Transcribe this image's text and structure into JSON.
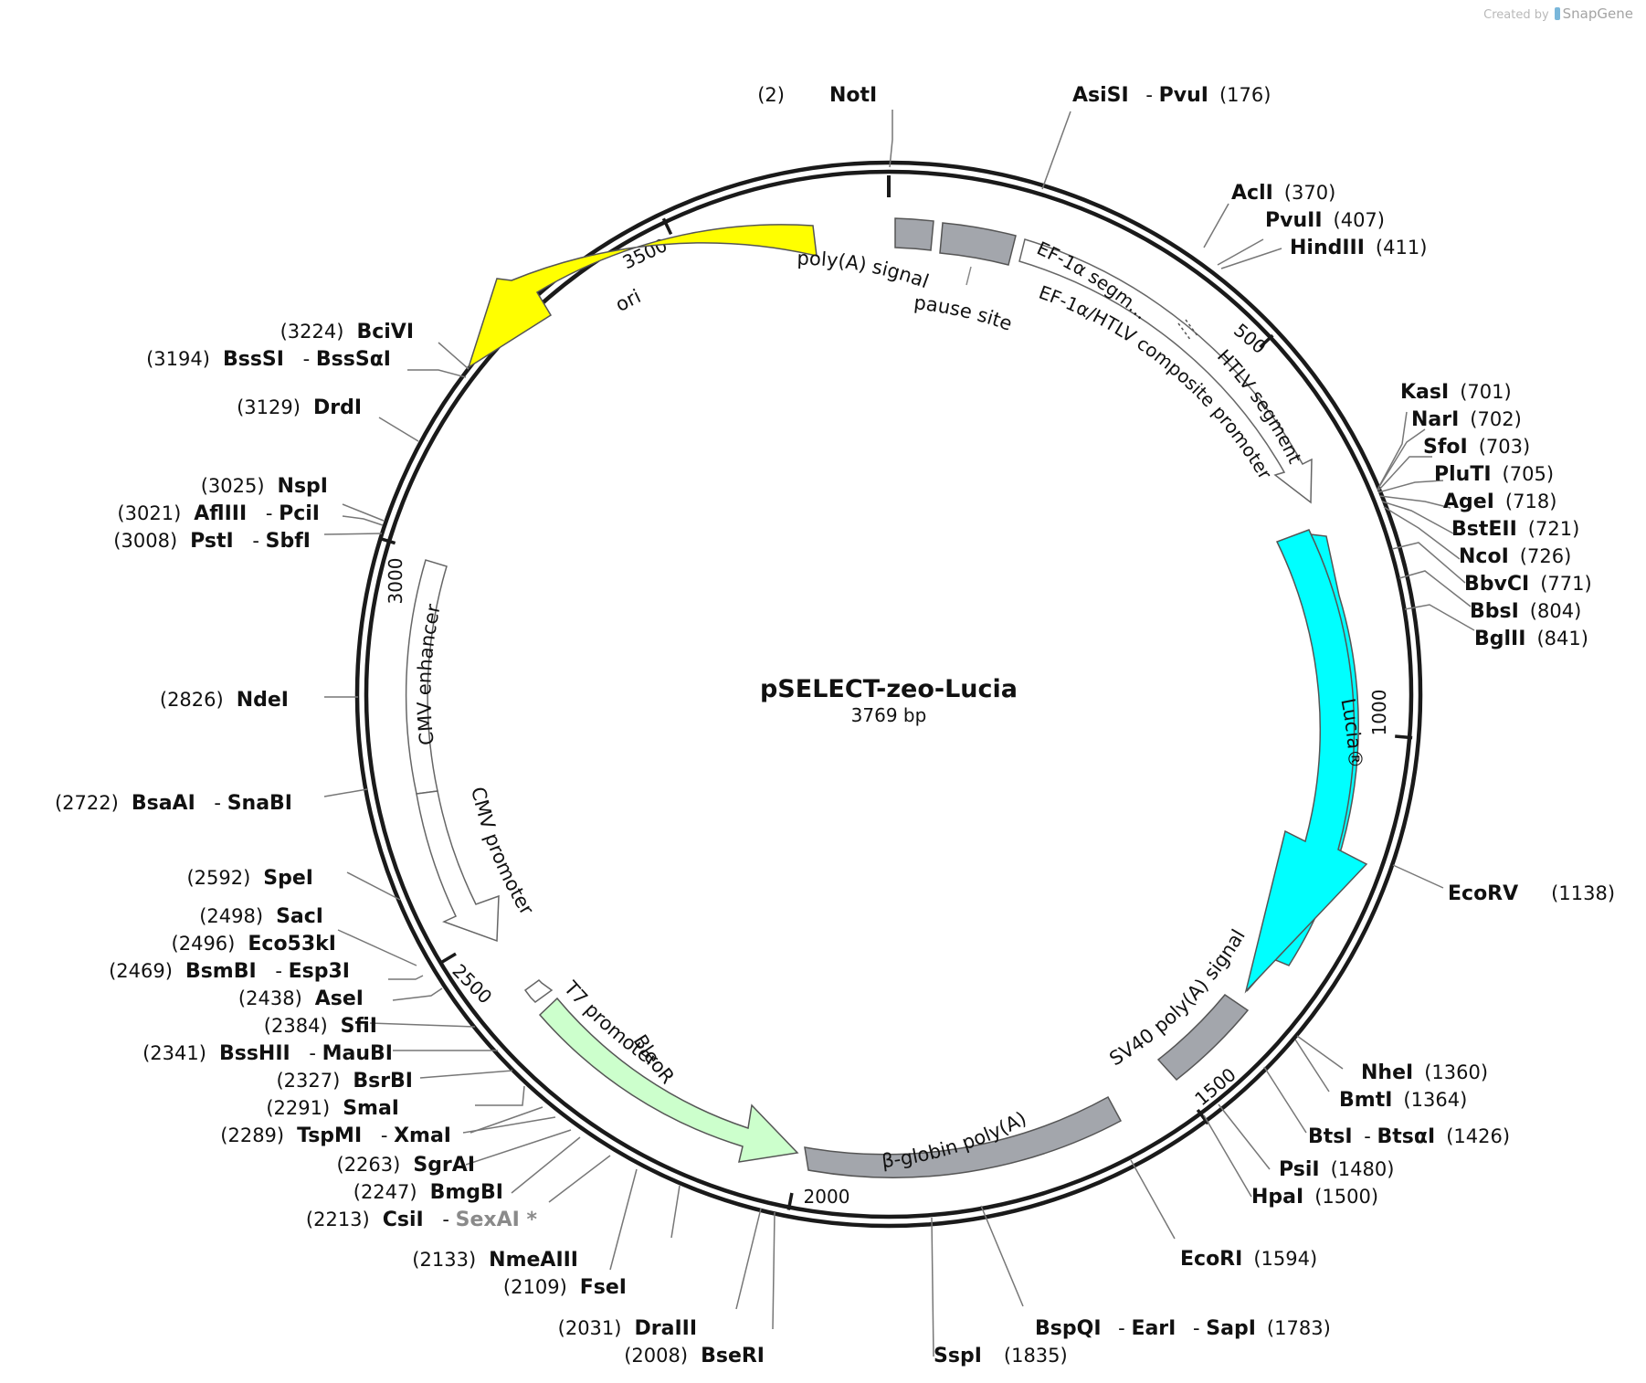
{
  "credit": {
    "prefix": "Created by",
    "brand": "SnapGene"
  },
  "plasmid": {
    "name": "pSELECT-zeo-Lucia",
    "length_label": "3769 bp",
    "length_bp": 3769
  },
  "ticks": [
    {
      "bp": 500,
      "label": "500"
    },
    {
      "bp": 1000,
      "label": "1000"
    },
    {
      "bp": 1500,
      "label": "1500"
    },
    {
      "bp": 2000,
      "label": "2000"
    },
    {
      "bp": 2500,
      "label": "2500"
    },
    {
      "bp": 3000,
      "label": "3000"
    },
    {
      "bp": 3500,
      "label": "3500"
    }
  ],
  "features": [
    {
      "name": "ori",
      "label": "ori",
      "color": "#ffff00",
      "kind": "arrow"
    },
    {
      "name": "lucia",
      "label": "Lucia®",
      "color": "#00ffff",
      "kind": "arrow"
    },
    {
      "name": "bleor",
      "label": "BleoR",
      "color": "#ccffcc",
      "kind": "arrow"
    },
    {
      "name": "ef1a-htlv-promoter",
      "label": "EF-1α/HTLV composite promoter",
      "color": "#ffffff",
      "kind": "arrow"
    },
    {
      "name": "ef1a-segment",
      "label": "EF-1α segm...",
      "color": "#ffffff",
      "kind": "segment"
    },
    {
      "name": "htlv-segment",
      "label": "HTLV segment",
      "color": "#ffffff",
      "kind": "segment"
    },
    {
      "name": "cmv-enhancer",
      "label": "CMV enhancer",
      "color": "#ffffff",
      "kind": "box"
    },
    {
      "name": "cmv-promoter",
      "label": "CMV promoter",
      "color": "#ffffff",
      "kind": "arrow"
    },
    {
      "name": "t7-promoter",
      "label": "T7 promoter",
      "color": "#ffffff",
      "kind": "arrow"
    },
    {
      "name": "polya-signal",
      "label": "poly(A) signal",
      "color": "#a3a6ac",
      "kind": "box"
    },
    {
      "name": "pause-site",
      "label": "pause site",
      "color": "#a3a6ac",
      "kind": "box"
    },
    {
      "name": "sv40-polya",
      "label": "SV40 poly(A) signal",
      "color": "#a3a6ac",
      "kind": "box"
    },
    {
      "name": "beta-globin-polya",
      "label": "β-globin poly(A)",
      "color": "#a3a6ac",
      "kind": "box"
    }
  ],
  "sites": [
    {
      "names": [
        "NotI"
      ],
      "pos": "2"
    },
    {
      "names": [
        "AsiSI",
        "PvuI"
      ],
      "pos": "176"
    },
    {
      "names": [
        "AclI"
      ],
      "pos": "370"
    },
    {
      "names": [
        "PvuII"
      ],
      "pos": "407"
    },
    {
      "names": [
        "HindIII"
      ],
      "pos": "411"
    },
    {
      "names": [
        "KasI"
      ],
      "pos": "701"
    },
    {
      "names": [
        "NarI"
      ],
      "pos": "702"
    },
    {
      "names": [
        "SfoI"
      ],
      "pos": "703"
    },
    {
      "names": [
        "PluTI"
      ],
      "pos": "705"
    },
    {
      "names": [
        "AgeI"
      ],
      "pos": "718"
    },
    {
      "names": [
        "BstEII"
      ],
      "pos": "721"
    },
    {
      "names": [
        "NcoI"
      ],
      "pos": "726"
    },
    {
      "names": [
        "BbvCI"
      ],
      "pos": "771"
    },
    {
      "names": [
        "BbsI"
      ],
      "pos": "804"
    },
    {
      "names": [
        "BglII"
      ],
      "pos": "841"
    },
    {
      "names": [
        "EcoRV"
      ],
      "pos": "1138"
    },
    {
      "names": [
        "NheI"
      ],
      "pos": "1360"
    },
    {
      "names": [
        "BmtI"
      ],
      "pos": "1364"
    },
    {
      "names": [
        "BtsI",
        "BtsαI"
      ],
      "pos": "1426"
    },
    {
      "names": [
        "PsiI"
      ],
      "pos": "1480"
    },
    {
      "names": [
        "HpaI"
      ],
      "pos": "1500"
    },
    {
      "names": [
        "EcoRI"
      ],
      "pos": "1594"
    },
    {
      "names": [
        "BspQI",
        "EarI",
        "SapI"
      ],
      "pos": "1783"
    },
    {
      "names": [
        "SspI"
      ],
      "pos": "1835"
    },
    {
      "names": [
        "BseRI"
      ],
      "pos": "2008"
    },
    {
      "names": [
        "DraIII"
      ],
      "pos": "2031"
    },
    {
      "names": [
        "FseI"
      ],
      "pos": "2109"
    },
    {
      "names": [
        "NmeAIII"
      ],
      "pos": "2133"
    },
    {
      "names": [
        "CsiI",
        "SexAI *"
      ],
      "pos": "2213",
      "grey": [
        false,
        true
      ]
    },
    {
      "names": [
        "BmgBI"
      ],
      "pos": "2247"
    },
    {
      "names": [
        "SgrAI"
      ],
      "pos": "2263"
    },
    {
      "names": [
        "TspMI",
        "XmaI"
      ],
      "pos": "2289"
    },
    {
      "names": [
        "SmaI"
      ],
      "pos": "2291"
    },
    {
      "names": [
        "BsrBI"
      ],
      "pos": "2327"
    },
    {
      "names": [
        "BssHII",
        "MauBI"
      ],
      "pos": "2341"
    },
    {
      "names": [
        "SfiI"
      ],
      "pos": "2384"
    },
    {
      "names": [
        "AseI"
      ],
      "pos": "2438"
    },
    {
      "names": [
        "BsmBI",
        "Esp3I"
      ],
      "pos": "2469"
    },
    {
      "names": [
        "Eco53kI"
      ],
      "pos": "2496"
    },
    {
      "names": [
        "SacI"
      ],
      "pos": "2498"
    },
    {
      "names": [
        "SpeI"
      ],
      "pos": "2592"
    },
    {
      "names": [
        "BsaAI",
        "SnaBI"
      ],
      "pos": "2722"
    },
    {
      "names": [
        "NdeI"
      ],
      "pos": "2826"
    },
    {
      "names": [
        "PstI",
        "SbfI"
      ],
      "pos": "3008"
    },
    {
      "names": [
        "AflIII",
        "PciI"
      ],
      "pos": "3021"
    },
    {
      "names": [
        "NspI"
      ],
      "pos": "3025"
    },
    {
      "names": [
        "DrdI"
      ],
      "pos": "3129"
    },
    {
      "names": [
        "BssSI",
        "BssSαI"
      ],
      "pos": "3194"
    },
    {
      "names": [
        "BciVI"
      ],
      "pos": "3224"
    }
  ]
}
